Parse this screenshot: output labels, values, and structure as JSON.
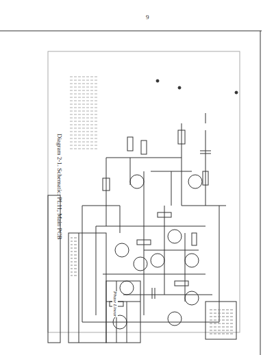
{
  "diagram": {
    "title": "Diagram 2-1. Schematic: PL11, Main PCB",
    "labels": [
      "9",
      "Phase Linear"
    ]
  }
}
